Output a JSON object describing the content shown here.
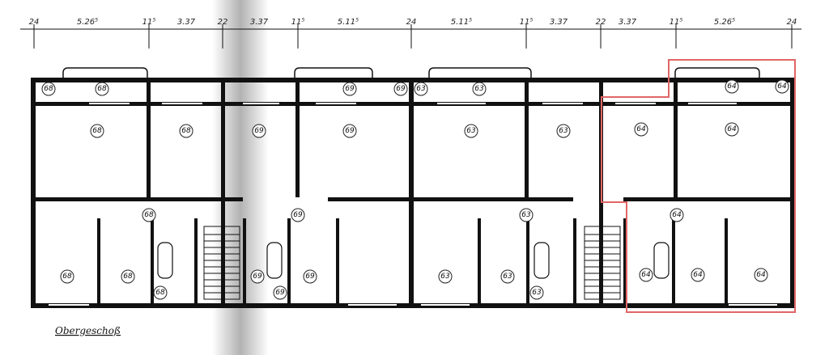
{
  "plan": {
    "caption": "Obergeschoß",
    "dimensions": [
      "24",
      "5.26⁵",
      "11⁵",
      "3.37",
      "22",
      "3.37",
      "11⁵",
      "5.11⁵",
      "24",
      "5.11⁵",
      "11⁵",
      "3.37",
      "22",
      "3.37",
      "11⁵",
      "5.26⁵",
      "24"
    ],
    "apartments": [
      {
        "unit": "68",
        "labels": [
          "68",
          "68",
          "68",
          "68",
          "68",
          "68",
          "68",
          "68"
        ]
      },
      {
        "unit": "69",
        "labels": [
          "69",
          "69",
          "69",
          "69",
          "69",
          "69",
          "69",
          "69"
        ]
      },
      {
        "unit": "63",
        "labels": [
          "63",
          "63",
          "63",
          "63",
          "63",
          "63",
          "63",
          "63"
        ]
      },
      {
        "unit": "64",
        "labels": [
          "64",
          "64",
          "64",
          "64",
          "64",
          "64",
          "64",
          "64"
        ]
      }
    ],
    "highlight": {
      "unit": "64",
      "color": "#e06666"
    },
    "colors": {
      "ink": "#111111",
      "paper": "#ffffff",
      "highlight": "#e06666"
    }
  }
}
